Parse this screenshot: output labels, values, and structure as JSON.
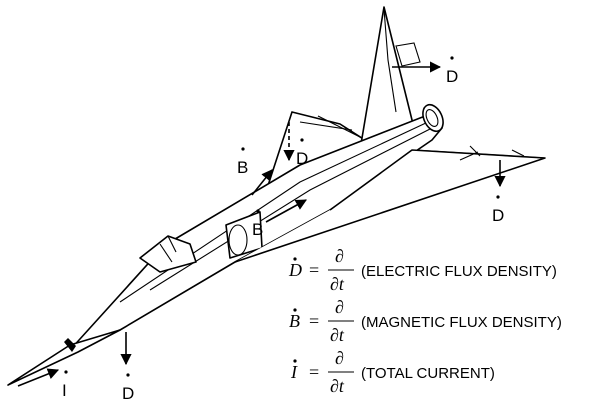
{
  "labels": {
    "d_tail": "D",
    "d_wing_left": "D",
    "d_wing_right": "D",
    "d_nose": "D",
    "b_wing": "B",
    "b_fuselage": "B",
    "i_nose": "I"
  },
  "equations": [
    {
      "var": "D",
      "num": "∂",
      "den": "∂t",
      "desc": "(ELECTRIC FLUX DENSITY)"
    },
    {
      "var": "B",
      "num": "∂",
      "den": "∂t",
      "desc": "(MAGNETIC FLUX DENSITY)"
    },
    {
      "var": "I",
      "num": "∂",
      "den": "∂t",
      "desc": "(TOTAL CURRENT)"
    }
  ],
  "equals_sign": "="
}
